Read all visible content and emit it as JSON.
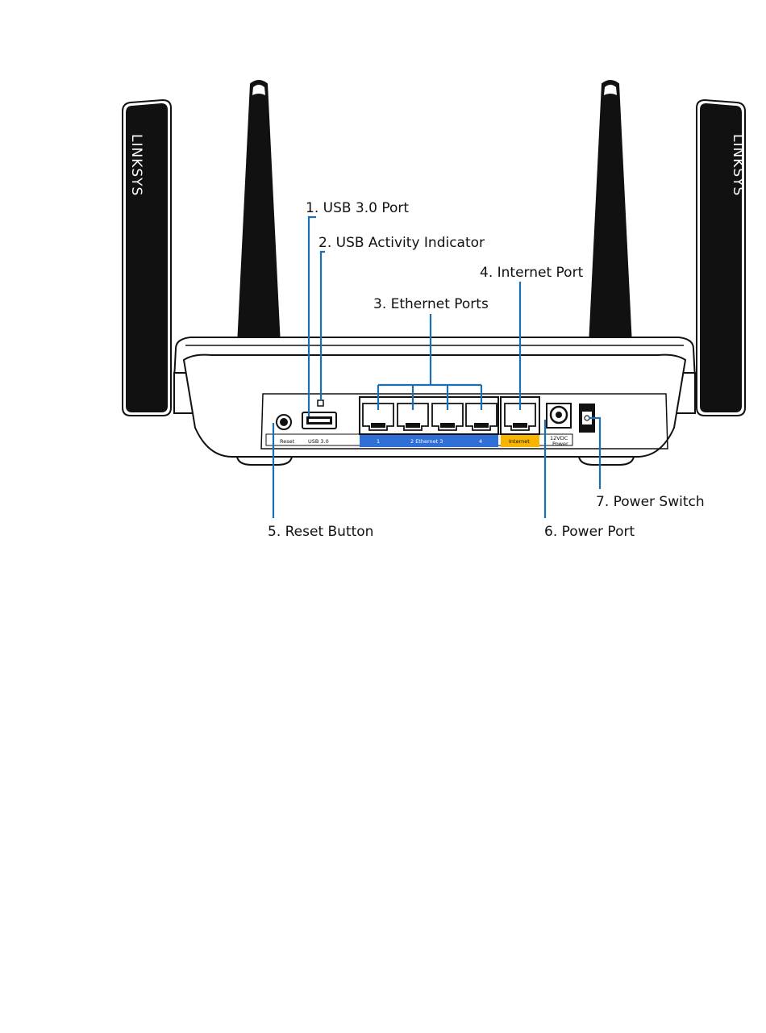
{
  "colors": {
    "leader": "#1b6fb5",
    "ethernet_band": "#2f6fd6",
    "internet_band": "#f7b500",
    "outline": "#111111"
  },
  "brand": {
    "left_antenna_logo": "LINKSYS",
    "right_antenna_logo": "LINKSYS"
  },
  "callouts": [
    {
      "id": "usb-port",
      "label": "1. USB 3.0 Port"
    },
    {
      "id": "usb-activity",
      "label": "2. USB Activity Indicator"
    },
    {
      "id": "ethernet-ports",
      "label": "3. Ethernet Ports"
    },
    {
      "id": "internet-port",
      "label": "4. Internet Port"
    },
    {
      "id": "reset-button",
      "label": "5. Reset Button"
    },
    {
      "id": "power-port",
      "label": "6. Power Port"
    },
    {
      "id": "power-switch",
      "label": "7. Power Switch"
    }
  ],
  "panel_labels": {
    "reset": "Reset",
    "usb": "USB 3.0",
    "eth_1": "1",
    "eth_middle": "2  Ethernet  3",
    "eth_4": "4",
    "internet": "Internet",
    "power_line1": "12VDC",
    "power_line2": "Power"
  }
}
